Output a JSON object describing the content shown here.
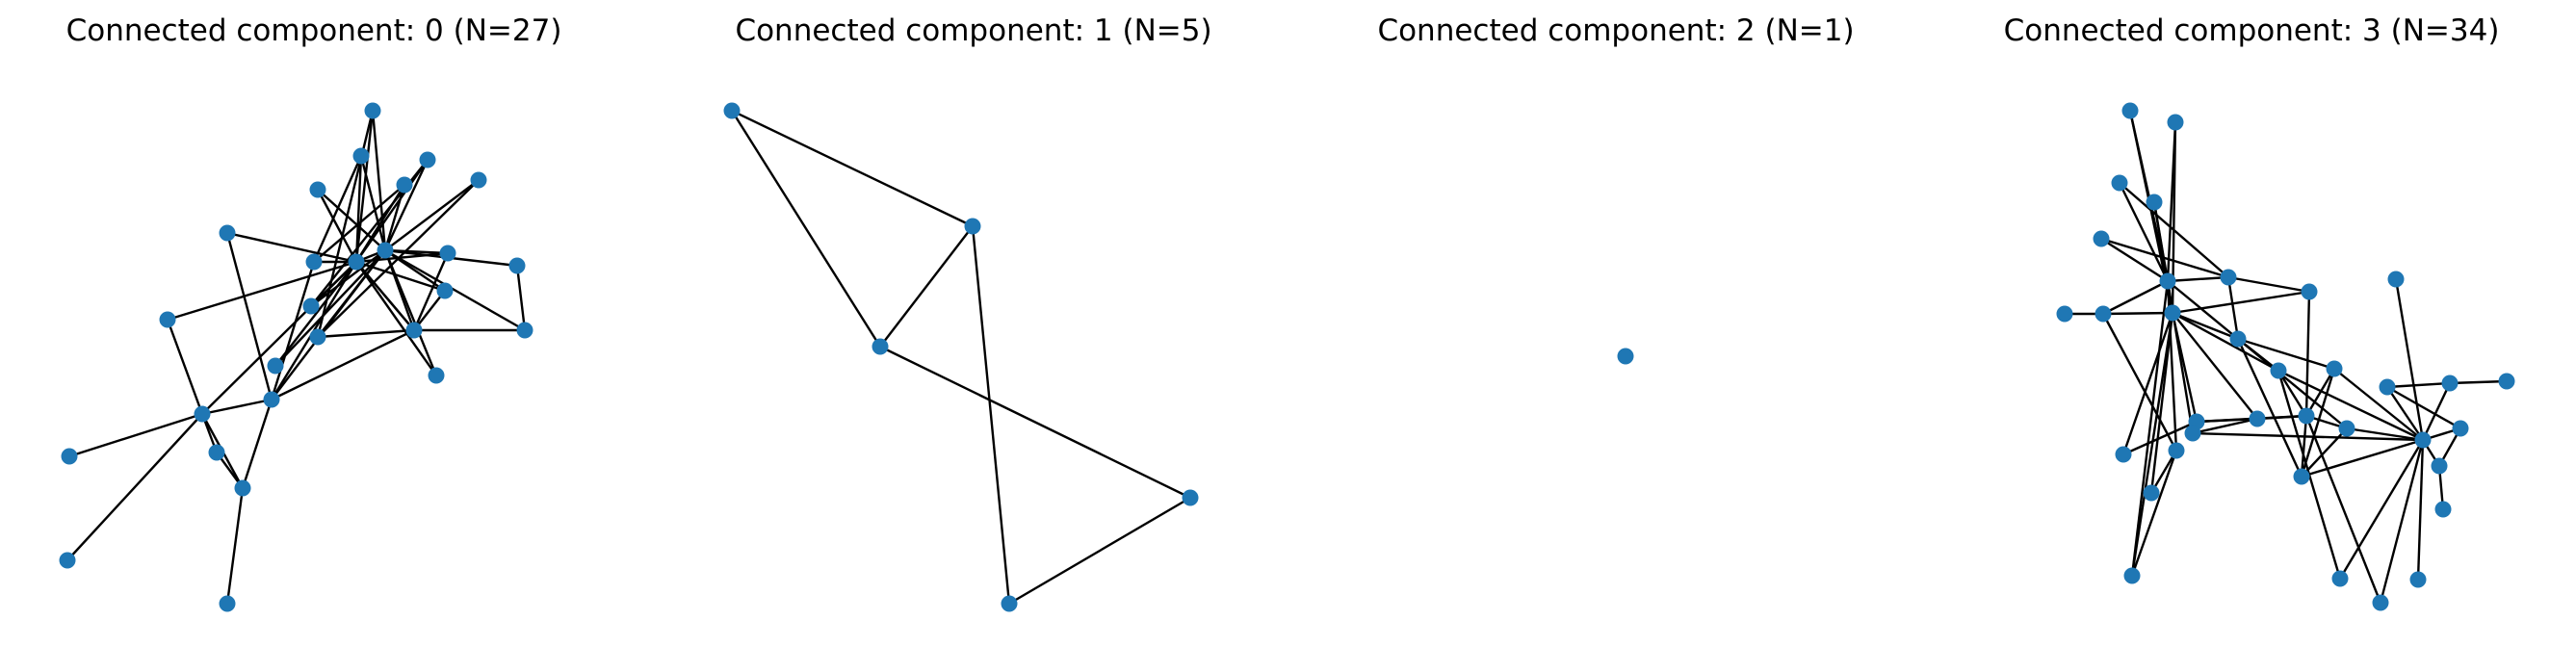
{
  "figure": {
    "panels": [
      {
        "title": "Connected component: 0 (N=27)",
        "node_count": 27
      },
      {
        "title": "Connected component: 1 (N=5)",
        "node_count": 5
      },
      {
        "title": "Connected component: 2 (N=1)",
        "node_count": 1
      },
      {
        "title": "Connected component: 3 (N=34)",
        "node_count": 34
      }
    ],
    "node_color": "#1f77b4",
    "edge_color": "#000000"
  }
}
